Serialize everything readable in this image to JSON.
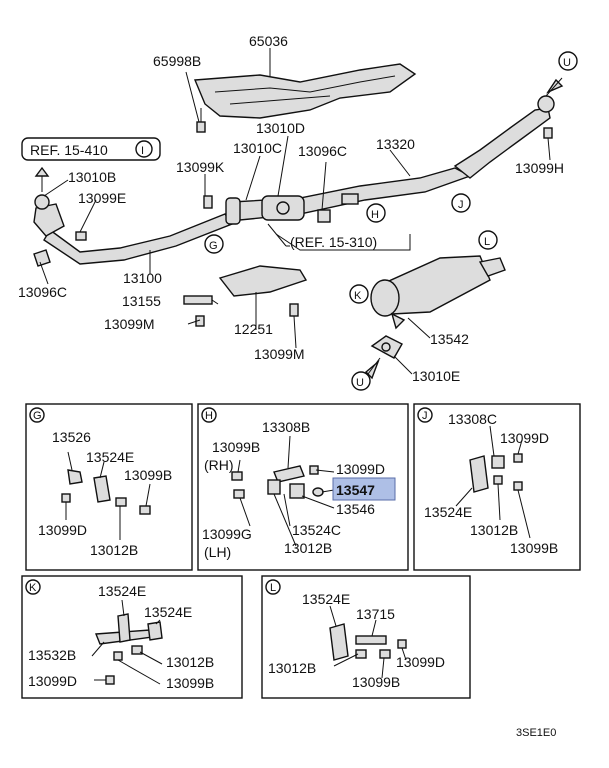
{
  "labels": {
    "p65998B": "65998B",
    "p65036": "65036",
    "p13010D": "13010D",
    "p13010C": "13010C",
    "p13096C_top": "13096C",
    "p13320": "13320",
    "p13099K": "13099K",
    "p13099H": "13099H",
    "p13010B": "13010B",
    "p13099E": "13099E",
    "p13096C_left": "13096C",
    "p13100": "13100",
    "p13155": "13155",
    "p13099M_a": "13099M",
    "p12251": "12251",
    "p13099M_b": "13099M",
    "p13542": "13542",
    "p13010E": "13010E",
    "ref_15_410": "REF. 15-410",
    "ref_15_310": "(REF. 15-310)",
    "diagram_code": "3SE1E0"
  },
  "callouts": {
    "U": "U",
    "I": "I",
    "G": "G",
    "H": "H",
    "J": "J",
    "K": "K",
    "L": "L"
  },
  "box_g": {
    "letter": "G",
    "labels": [
      "13526",
      "13524E",
      "13099B",
      "13099D",
      "13012B"
    ]
  },
  "box_h": {
    "letter": "H",
    "labels": [
      "13308B",
      "13099B",
      "(RH)",
      "13099D",
      "13547",
      "13546",
      "13099G",
      "13524C",
      "13012B",
      "(LH)"
    ],
    "highlight": "13547",
    "highlight_color": "#aebfe6"
  },
  "box_j": {
    "letter": "J",
    "labels": [
      "13308C",
      "13099D",
      "13524E",
      "13012B",
      "13099B"
    ]
  },
  "box_k": {
    "letter": "K",
    "labels": [
      "13524E",
      "13524E",
      "13532B",
      "13012B",
      "13099D",
      "13099B"
    ]
  },
  "box_l": {
    "letter": "L",
    "labels": [
      "13524E",
      "13715",
      "13012B",
      "13099D",
      "13099B"
    ]
  }
}
